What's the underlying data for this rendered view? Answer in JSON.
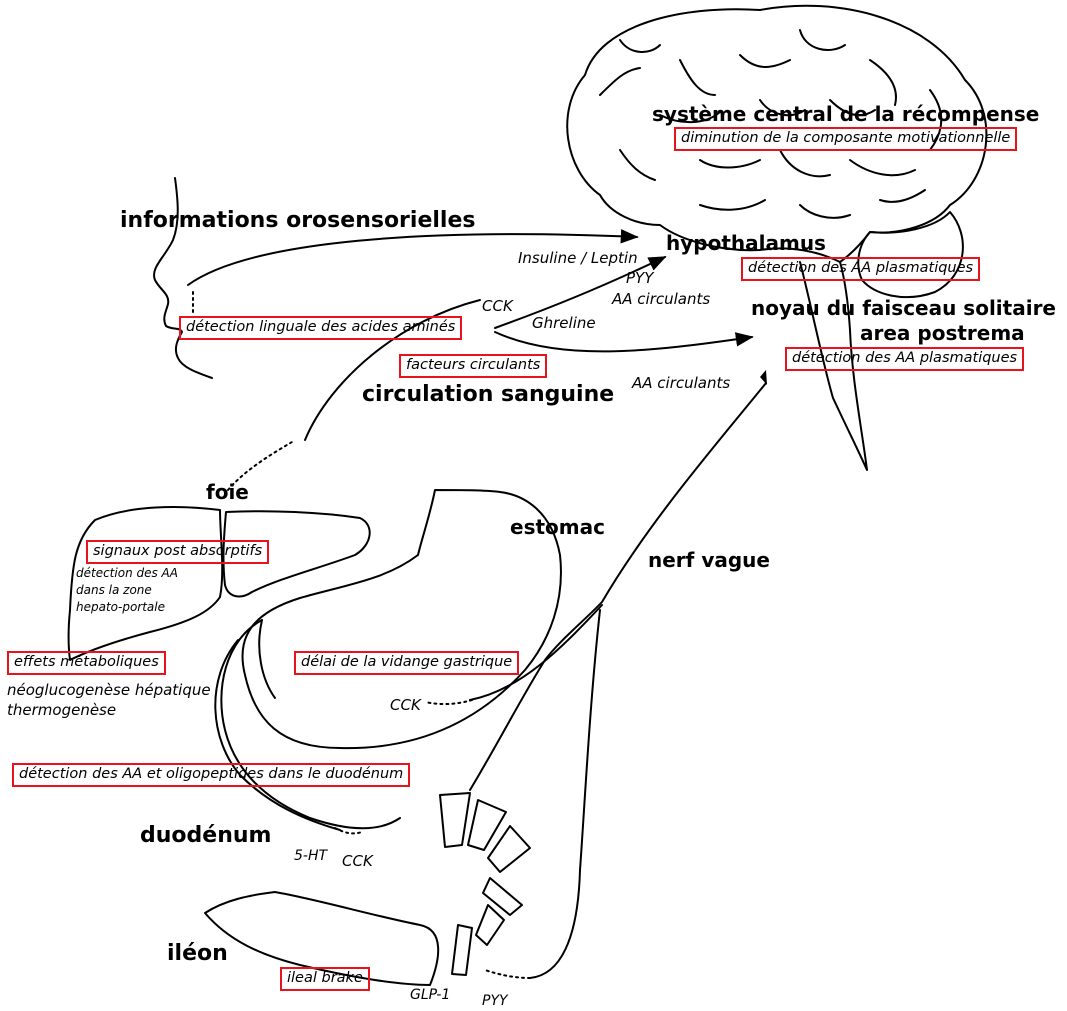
{
  "colors": {
    "box_border": "#e8141c",
    "line": "#000000"
  },
  "brain": {
    "reward_title": "système central de la récompense",
    "reward_box": "diminution de la composante motivationnelle",
    "hypothalamus": "hypothalamus",
    "hypothalamus_box": "détection des AA plasmatiques",
    "nts_title": "noyau du faisceau solitaire",
    "area_postrema": "area postrema",
    "nts_box": "détection des AA plasmatiques"
  },
  "mouth": {
    "title": "informations orosensorielles",
    "box": "détection linguale des acides aminés"
  },
  "signals": {
    "insuline_leptin": "Insuline / Leptin",
    "pyy": "PYY",
    "aa_circulants_1": "AA circulants",
    "cck": "CCK",
    "ghreline": "Ghreline",
    "aa_circulants_2": "AA circulants"
  },
  "blood": {
    "box": "facteurs circulants",
    "title": "circulation sanguine"
  },
  "liver": {
    "title": "foie",
    "box": "signaux post absorptifs",
    "detection_line1": "détection des AA",
    "detection_line2": "dans la zone",
    "detection_line3": "hepato-portale",
    "effects_box": "effets métaboliques",
    "effect1": "néoglucogenèse hépatique",
    "effect2": "thermogenèse"
  },
  "stomach": {
    "title": "estomac",
    "box": "délai de la vidange gastrique",
    "cck": "CCK"
  },
  "vagus": {
    "title": "nerf vague"
  },
  "duodenum": {
    "box": "détection des AA et oligopeptides dans le duodénum",
    "title": "duodénum",
    "ht5": "5-HT",
    "cck": "CCK"
  },
  "ileum": {
    "title": "iléon",
    "box": "ileal brake",
    "glp1": "GLP-1",
    "pyy": "PYY"
  }
}
